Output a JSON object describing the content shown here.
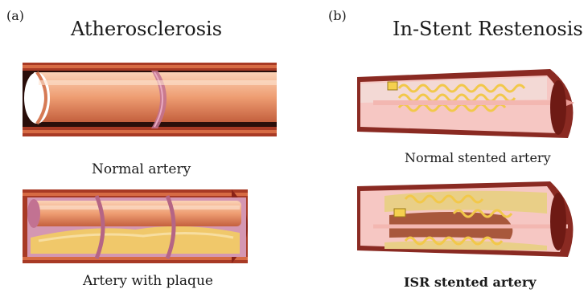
{
  "panel_a": {
    "letter": "(a)",
    "title": "Atherosclerosis",
    "caption_top": "Normal artery",
    "caption_bottom": "Artery with plaque"
  },
  "panel_b": {
    "letter": "(b)",
    "title": "In-Stent Restenosis",
    "caption_top": "Normal stented artery",
    "caption_bottom": "ISR stented artery"
  },
  "colors": {
    "artery_wall": "#e48a5e",
    "artery_dark": "#8a2318",
    "lumen_dark": "#1a0a08",
    "plaque": "#f0c86a",
    "stent": "#f2c84a"
  }
}
